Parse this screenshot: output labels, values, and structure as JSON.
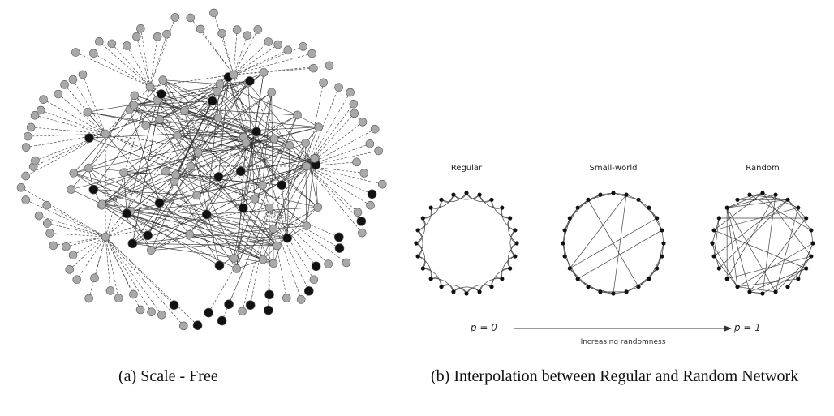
{
  "figure_a": {
    "caption": "(a) Scale - Free",
    "node_colors": {
      "light": "#a9a9a9",
      "dark": "#111111"
    }
  },
  "figure_b": {
    "caption": "(b) Interpolation between Regular and Random Network",
    "panels": [
      {
        "label": "Regular"
      },
      {
        "label": "Small-world"
      },
      {
        "label": "Random"
      }
    ],
    "axis": {
      "start_label": "p = 0",
      "end_label": "p = 1",
      "arrow_label": "Increasing randomness"
    }
  }
}
